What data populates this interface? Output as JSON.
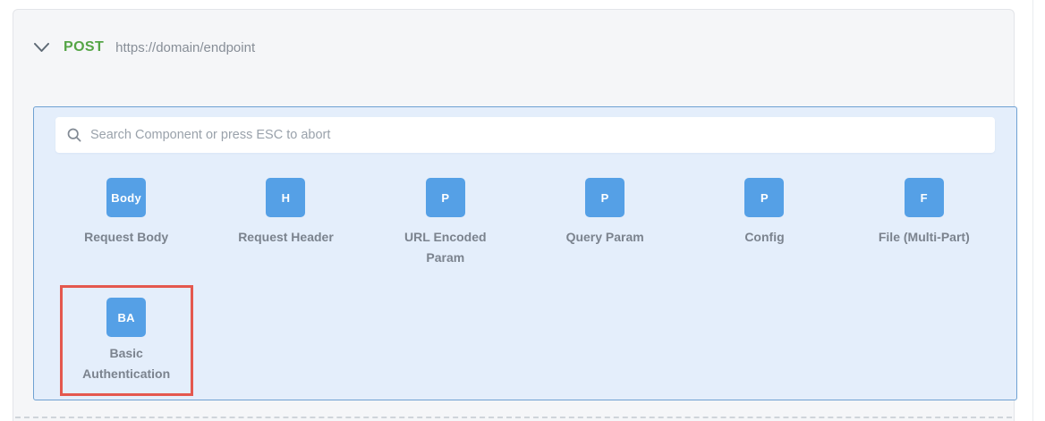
{
  "endpoint": {
    "method": "POST",
    "url": "https://domain/endpoint"
  },
  "search": {
    "placeholder": "Search Component or press ESC to abort"
  },
  "components": [
    {
      "badge": "Body",
      "label": "Request Body"
    },
    {
      "badge": "H",
      "label": "Request Header"
    },
    {
      "badge": "P",
      "label": "URL Encoded Param"
    },
    {
      "badge": "P",
      "label": "Query Param"
    },
    {
      "badge": "P",
      "label": "Config"
    },
    {
      "badge": "F",
      "label": "File (Multi-Part)"
    },
    {
      "badge": "BA",
      "label": "Basic Authentication",
      "highlighted": true
    }
  ],
  "icons": {
    "chevron": "chevron-down",
    "search": "magnifier"
  },
  "colors": {
    "method_green": "#55a546",
    "badge_blue": "#55a0e6",
    "panel_bg": "#e4eefb",
    "panel_border": "#6fa1d2",
    "highlight_red": "#e4584e",
    "card_bg": "#f5f6f8",
    "label_gray": "#7b838e"
  }
}
